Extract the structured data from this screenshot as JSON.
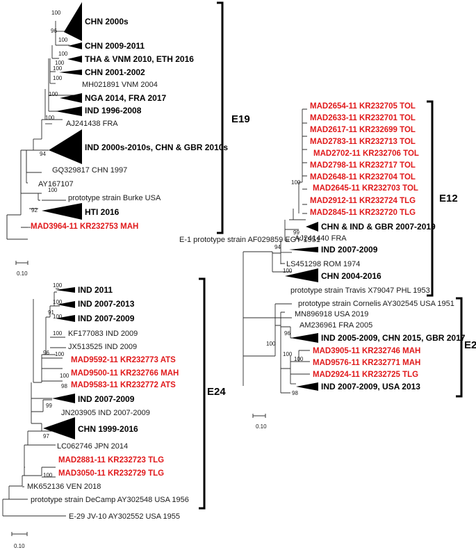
{
  "colors": {
    "line": "#2b2b2b",
    "novel": "#e0191b",
    "text": "#000000"
  },
  "groups": {
    "e19": "E19",
    "e12": "E12",
    "e24": "E24",
    "e2": "E2"
  },
  "scale_label": "0.10",
  "e19": {
    "chn_2000s": "CHN 2000s",
    "chn_2009_2011": "CHN 2009-2011",
    "tha_vnm": "THA & VNM 2010, ETH 2016",
    "chn_2001_2002": "CHN 2001-2002",
    "mh021891": "MH021891 VNM 2004",
    "nga_fra": "NGA 2014, FRA 2017",
    "ind_1996": "IND 1996-2008",
    "aj241438": "AJ241438 FRA",
    "ind_2000s": "IND 2000s-2010s, CHN & GBR 2010s",
    "gq329817": "GQ329817 CHN 1997",
    "ay167107": "AY167107",
    "burke": "prototype strain Burke USA",
    "hti": "HTI 2016",
    "mad3964": "MAD3964-11 KR232753 MAH",
    "e1": "E-1 prototype strain AF029859 EGY 1951",
    "bs": {
      "b1": "100",
      "b2": "96",
      "b3": "100",
      "b4": "100",
      "b5": "100",
      "b6": "100",
      "b7": "100",
      "b8": "100",
      "b9": "100",
      "b10": "94",
      "b11": "100",
      "b12": "92"
    }
  },
  "e12": {
    "mad2654": "MAD2654-11 KR232705 TOL",
    "mad2633": "MAD2633-11 KR232701 TOL",
    "mad2617": "MAD2617-11 KR232699 TOL",
    "mad2783": "MAD2783-11 KR232713 TOL",
    "mad2702": "MAD2702-11 KR232706 TOL",
    "mad2798": "MAD2798-11 KR232717 TOL",
    "mad2648": "MAD2648-11 KR232704 TOL",
    "mad2645": "MAD2645-11 KR232703 TOL",
    "mad2912": "MAD2912-11 KR232724 TLG",
    "mad2845": "MAD2845-11 KR232720 TLG",
    "chn_ind_gbr": "CHN & IND & GBR 2007-2019",
    "aj241440": "AJ241440 FRA",
    "ind_2007": "IND 2007-2009",
    "ls451298": "LS451298 ROM 1974",
    "chn_2004": "CHN 2004-2016",
    "travis": "prototype strain Travis X79047 PHL 1953",
    "bs": {
      "b1": "100",
      "b2": "99",
      "b3": "94",
      "b4": "100"
    }
  },
  "e2": {
    "cornelis": "prototype strain Cornelis AY302545 USA 1951",
    "mn896918": "MN896918 USA 2019",
    "am236961": "AM236961 FRA 2005",
    "ind_chn_gbr": "IND 2005-2009, CHN 2015, GBR 2017",
    "mad3905": "MAD3905-11 KR232746 MAH",
    "mad9576": "MAD9576-11 KR232771 MAH",
    "mad2924": "MAD2924-11 KR232725 TLG",
    "ind_usa": "IND 2007-2009, USA 2013",
    "bs": {
      "b1": "100",
      "b2": "96",
      "b3": "100",
      "b4": "100",
      "b5": "98"
    }
  },
  "e24": {
    "ind_2011": "IND 2011",
    "ind_2007_2013": "IND 2007-2013",
    "ind_2007_2009a": "IND 2007-2009",
    "kf177083": "KF177083 IND 2009",
    "jx513525": "JX513525 IND 2009",
    "mad9592": "MAD9592-11 KR232773 ATS",
    "mad9500": "MAD9500-11 KR232766 MAH",
    "mad9583": "MAD9583-11 KR232772 ATS",
    "ind_2007_2009b": "IND 2007-2009",
    "jn203905": "JN203905 IND 2007-2009",
    "chn_1999": "CHN 1999-2016",
    "lc062746": "LC062746 JPN 2014",
    "mad2881": "MAD2881-11 KR232723 TLG",
    "mad3050": "MAD3050-11 KR232729 TLG",
    "mk652136": "MK652136 VEN 2018",
    "decamp": "prototype strain DeCamp AY302548 USA 1956",
    "e29": "E-29 JV-10 AY302552 USA 1955",
    "bs": {
      "b1": "100",
      "b2": "100",
      "b3": "100",
      "b4": "91",
      "b5": "100",
      "b6": "100",
      "b7": "96",
      "b8": "100",
      "b9": "98",
      "b10": "99",
      "b11": "97",
      "b12": "100"
    }
  }
}
